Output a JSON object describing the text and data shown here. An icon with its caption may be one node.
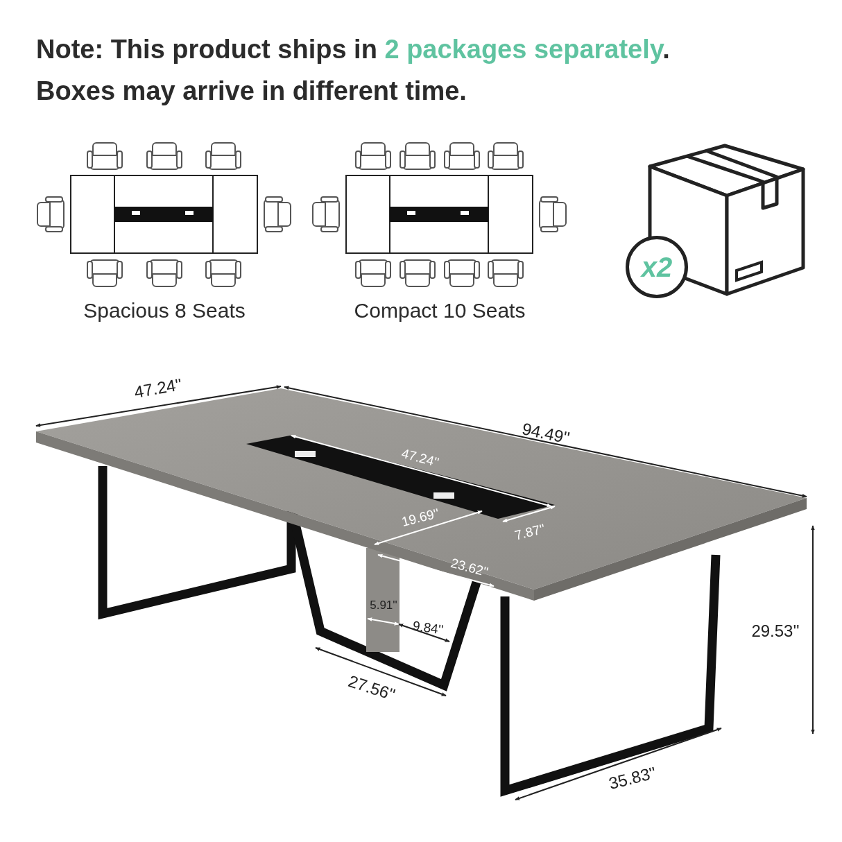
{
  "diagram": {
    "labels": [
      "Note: This product ships in ",
      "2 packages separately",
      ".",
      "Boxes may arrive in different time.",
      "Spacious 8 Seats",
      "Compact 10 Seats",
      "x2",
      "47.24''",
      "94.49''",
      "47.24''",
      "19.69''",
      "7.87''",
      "23.62''",
      "5.91''",
      "9.84''",
      "29.53''",
      "27.56''",
      "35.83''"
    ]
  }
}
